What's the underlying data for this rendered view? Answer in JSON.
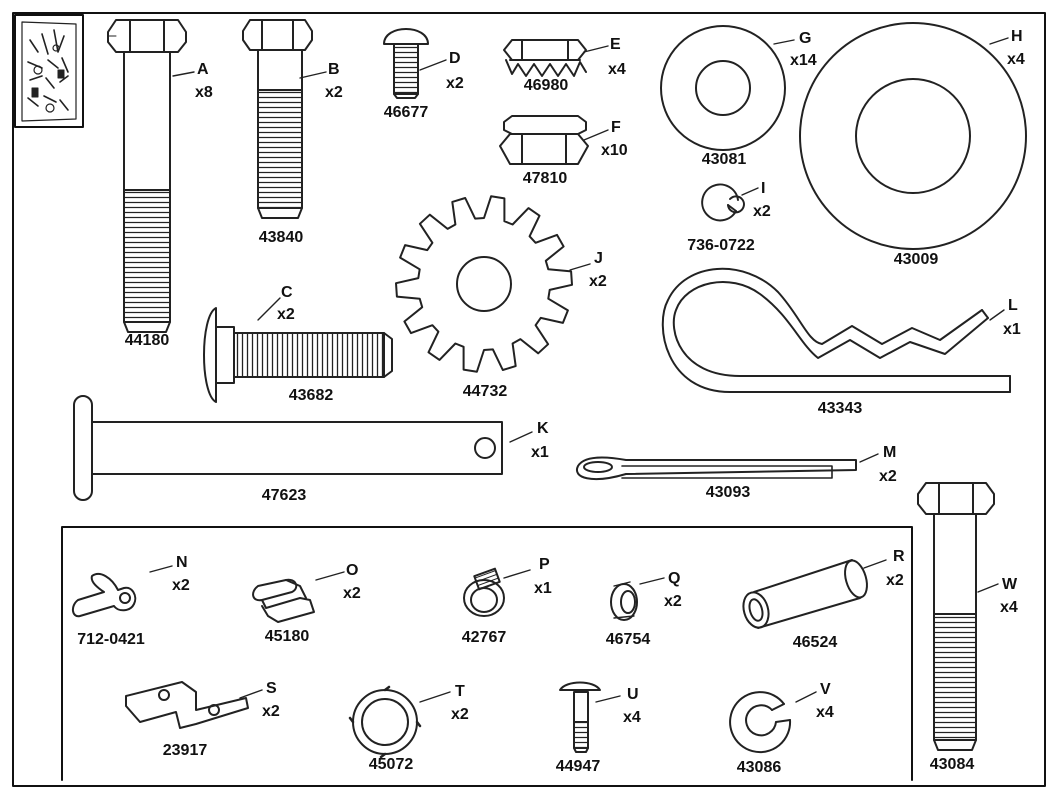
{
  "parts": [
    {
      "letter": "A",
      "qty": "x8",
      "part_number": "44180"
    },
    {
      "letter": "B",
      "qty": "x2",
      "part_number": "43840"
    },
    {
      "letter": "C",
      "qty": "x2",
      "part_number": "43682"
    },
    {
      "letter": "D",
      "qty": "x2",
      "part_number": "46677"
    },
    {
      "letter": "E",
      "qty": "x4",
      "part_number": "46980"
    },
    {
      "letter": "F",
      "qty": "x10",
      "part_number": "47810"
    },
    {
      "letter": "G",
      "qty": "x14",
      "part_number": "43081"
    },
    {
      "letter": "H",
      "qty": "x4",
      "part_number": "43009"
    },
    {
      "letter": "I",
      "qty": "x2",
      "part_number": "736-0722"
    },
    {
      "letter": "J",
      "qty": "x2",
      "part_number": "44732"
    },
    {
      "letter": "K",
      "qty": "x1",
      "part_number": "47623"
    },
    {
      "letter": "L",
      "qty": "x1",
      "part_number": "43343"
    },
    {
      "letter": "M",
      "qty": "x2",
      "part_number": "43093"
    },
    {
      "letter": "N",
      "qty": "x2",
      "part_number": "712-0421"
    },
    {
      "letter": "O",
      "qty": "x2",
      "part_number": "45180"
    },
    {
      "letter": "P",
      "qty": "x1",
      "part_number": "42767"
    },
    {
      "letter": "Q",
      "qty": "x2",
      "part_number": "46754"
    },
    {
      "letter": "R",
      "qty": "x2",
      "part_number": "46524"
    },
    {
      "letter": "S",
      "qty": "x2",
      "part_number": "23917"
    },
    {
      "letter": "T",
      "qty": "x2",
      "part_number": "45072"
    },
    {
      "letter": "U",
      "qty": "x4",
      "part_number": "44947"
    },
    {
      "letter": "V",
      "qty": "x4",
      "part_number": "43086"
    },
    {
      "letter": "W",
      "qty": "x4",
      "part_number": "43084"
    }
  ]
}
